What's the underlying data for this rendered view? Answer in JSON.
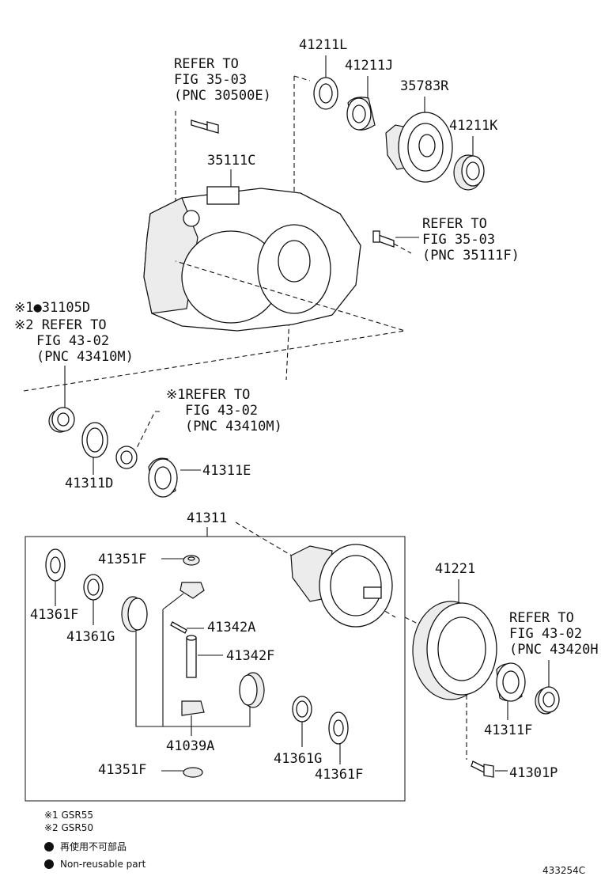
{
  "labels": {
    "p41211L": "41211L",
    "p41211J": "41211J",
    "p35783R": "35783R",
    "p41211K": "41211K",
    "refer_30500E": [
      "REFER TO",
      "FIG 35-03",
      "(PNC 30500E)"
    ],
    "p35111C": "35111C",
    "refer_35111F": [
      "REFER TO",
      "FIG 35-03",
      "(PNC 35111F)"
    ],
    "p31105D": "※1●31105D",
    "refer_43410M_a": [
      "※2 REFER TO",
      "FIG 43-02",
      "(PNC 43410M)"
    ],
    "refer_43410M_b": [
      "※1REFER TO",
      "FIG 43-02",
      "(PNC 43410M)"
    ],
    "p41311D": "41311D",
    "p41311E": "41311E",
    "p41311": "41311",
    "p41351F_top": "41351F",
    "p41361F_left": "41361F",
    "p41361G_left": "41361G",
    "p41342A": "41342A",
    "p41342F": "41342F",
    "p41039A": "41039A",
    "p41351F_bottom": "41351F",
    "p41361G_right": "41361G",
    "p41361F_right": "41361F",
    "p41221": "41221",
    "refer_43420H": [
      "REFER TO",
      "FIG 43-02",
      "(PNC 43420H"
    ],
    "p41311F": "41311F",
    "p41301P": "41301P"
  },
  "legend": {
    "note1": "※1 GSR55",
    "note2": "※2 GSR50",
    "nonreusable_jp": "再使用不可部品",
    "nonreusable_en": "Non-reusable part"
  },
  "figure_code": "433254C"
}
